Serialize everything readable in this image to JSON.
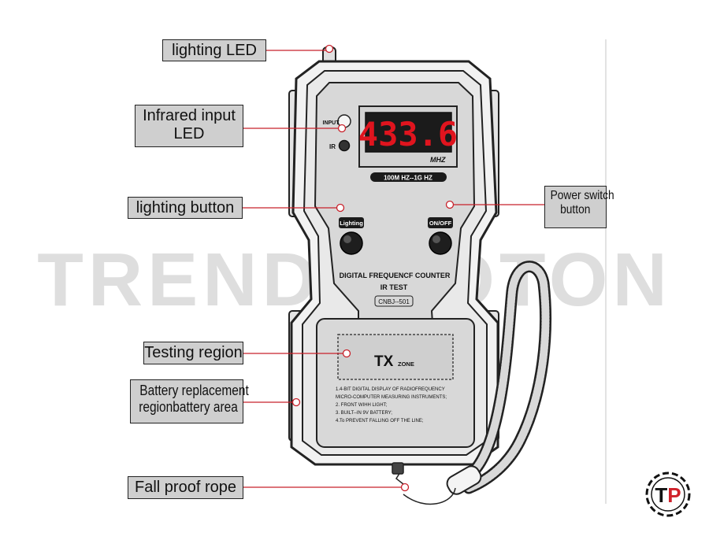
{
  "watermark": "TRENDPROTON",
  "logo": {
    "text": "TP",
    "color_t": "#111111",
    "color_p": "#d0212a"
  },
  "device": {
    "input_label": "INPUT",
    "ir_label": "IR",
    "display_value": "433.6",
    "display_unit": "MHZ",
    "range_label": "100M HZ--1G HZ",
    "lighting_button_label": "Lighting",
    "onoff_button_label": "ON/OFF",
    "title_line1": "DIGITAL FREQUENCF COUNTER",
    "title_line2": "IR TEST",
    "model": "CNBJ--501",
    "tx_big": "TX",
    "tx_small": "ZONE",
    "features": [
      "1.4-BIT DIGITAL DISPLAY OF RADIOFREQUENCY",
      "MICRO-COMPUTER MEASURING INSTRUMENTS;",
      "2. FRONT WIHH LIGHT;",
      "3. BUILT--IN 9V BATTERY;",
      "4.To PREVENT FALLING OFF THE LINE;"
    ]
  },
  "callouts": {
    "lighting_led": "lighting LED",
    "infrared_line1": "Infrared input",
    "infrared_line2": "LED",
    "lighting_button": "lighting button",
    "power_line1": "Power switch",
    "power_line2": "button",
    "testing_region": "Testing region",
    "battery_line1": "Battery replacement",
    "battery_line2": "regionbattery area",
    "rope": "Fall proof rope"
  },
  "colors": {
    "leader": "#c8202a",
    "callout_bg": "#cfcfcf",
    "display_red": "#e0141e",
    "body_gray": "#d6d6d6"
  }
}
